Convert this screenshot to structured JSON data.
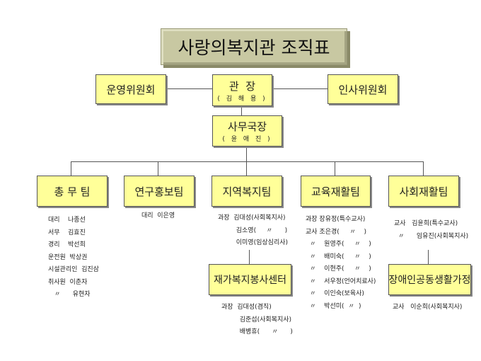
{
  "title": "사랑의복지관 조직표",
  "committee_left": "운영위원회",
  "committee_right": "인사위원회",
  "director": {
    "title": "관  장",
    "name": "( 김 해 용 )"
  },
  "secretary": {
    "title": "사무국장",
    "name": "( 윤 애 진 )"
  },
  "teams": [
    "총 무 팀",
    "연구홍보팀",
    "지역복지팀",
    "교육재활팀",
    "사회재활팀"
  ],
  "sub_units": [
    "재가복지봉사센터",
    "장애인공동생활가정"
  ],
  "staff": {
    "general": [
      "대리    나종선",
      "서무    김효진",
      "경리    박선희",
      "운전원  박상권",
      "시설관리인  김진삼",
      "취사원  이춘자",
      "   〃      유현자"
    ],
    "research": [
      "대리  이은영"
    ],
    "community": [
      "과장  김대성(사회복지사)",
      "         김소영(     〃      )",
      "         이미영(임상심리사)"
    ],
    "education": [
      "과장 장유정(특수교사)",
      "교사 조은경(     〃    )",
      "  〃    원영주(     〃    )",
      "  〃    배미숙(     〃    )",
      "  〃    이현주(     〃    )",
      "  〃    서우정(언어치료사)",
      "  〃    이인숙(보육사)",
      "  〃    박선미(  〃  )"
    ],
    "social": [
      "교사   김윤희(특수교사)",
      "  〃      임유진(사회복지사)"
    ],
    "home_care": [
      "과장  김대성(겸직)",
      "         김준섭(사회복지사)",
      "         배병휴(      〃      )"
    ],
    "group_home": [
      "교사   이순희(사회복지사)"
    ]
  }
}
